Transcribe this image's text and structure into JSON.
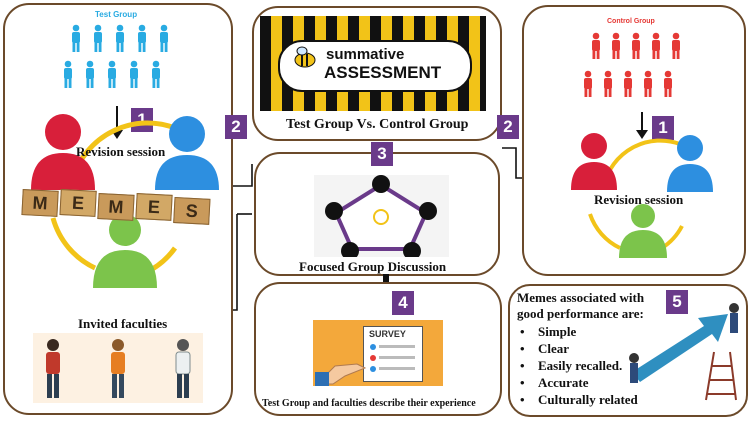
{
  "test_group": {
    "title": "Test Group",
    "step": "1",
    "session_label": "Revision session",
    "memes_word": "MEMES",
    "memes_letters": [
      "M",
      "E",
      "M",
      "E",
      "S"
    ],
    "faculty_label": "Invited faculties"
  },
  "control_group": {
    "title": "Control Group",
    "step": "1",
    "session_label": "Revision session"
  },
  "assessment": {
    "logo_top": "summative",
    "logo_bottom": "ASSESSMENT",
    "label": "Test Group Vs. Control Group"
  },
  "connector_steps": {
    "left": "2",
    "right": "2"
  },
  "discussion": {
    "step": "3",
    "label": "Focused Group Discussion"
  },
  "survey": {
    "step": "4",
    "card_title": "SURVEY",
    "label": "Test Group and faculties describe their experience"
  },
  "findings": {
    "step": "5",
    "heading_line1": "Memes associated with",
    "heading_line2": "good performance are:",
    "items": [
      "Simple",
      "Clear",
      "Easily recalled.",
      "Accurate",
      "Culturally related"
    ]
  },
  "colors": {
    "border": "#6b4a2a",
    "badge": "#6a3a8a",
    "test_people": "#29abe2",
    "control_people": "#e53935",
    "head_red": "#d81f3a",
    "head_blue": "#2d8fe0",
    "head_green": "#7cc44b",
    "arc_yellow": "#f2c318"
  }
}
